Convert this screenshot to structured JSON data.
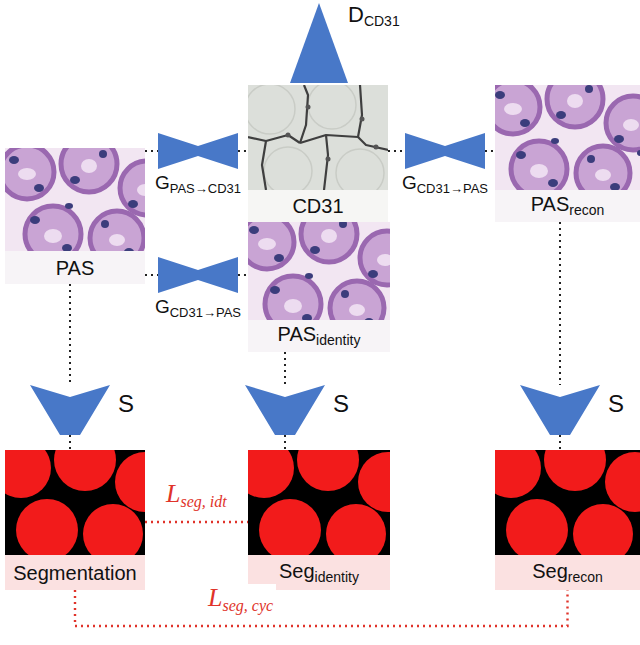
{
  "diagram": {
    "nodes": [
      {
        "text": [
          "D",
          "CD31"
        ]
      },
      {
        "text": [
          "G",
          "PAS→CD31"
        ]
      },
      {
        "text": [
          "CD31"
        ]
      },
      {
        "text": [
          "G",
          "CD31→PAS"
        ]
      },
      {
        "text": [
          "PAS",
          "recon"
        ]
      },
      {
        "text": [
          "PAS"
        ]
      },
      {
        "text": [
          "G",
          "CD31→PAS"
        ]
      },
      {
        "text": [
          "PAS",
          "identity"
        ]
      },
      {
        "text": [
          "S"
        ]
      },
      {
        "text": [
          "S"
        ]
      },
      {
        "text": [
          "S"
        ]
      },
      {
        "text": [
          "Segmentation"
        ]
      },
      {
        "text": [
          "Seg",
          "identity"
        ]
      },
      {
        "text": [
          "Seg",
          "recon"
        ]
      }
    ],
    "edges": [
      {
        "from": 5,
        "to": 1,
        "arrow": "none"
      },
      {
        "from": 1,
        "to": 2,
        "arrow": "none"
      },
      {
        "from": 2,
        "to": 3,
        "arrow": "none"
      },
      {
        "from": 3,
        "to": 4,
        "arrow": "none"
      },
      {
        "from": 5,
        "to": 6,
        "arrow": "none"
      },
      {
        "from": 6,
        "to": 7,
        "arrow": "none"
      },
      {
        "from": 5,
        "to": 8,
        "arrow": "none"
      },
      {
        "from": 8,
        "to": 11,
        "arrow": "none"
      },
      {
        "from": 7,
        "to": 9,
        "arrow": "none"
      },
      {
        "from": 9,
        "to": 12,
        "arrow": "none"
      },
      {
        "from": 4,
        "to": 10,
        "arrow": "none"
      },
      {
        "from": 10,
        "to": 13,
        "arrow": "none"
      },
      {
        "from": 11,
        "to": 12,
        "arrow": "none"
      },
      {
        "from": 11,
        "to": 13,
        "arrow": "none"
      }
    ],
    "labels": [
      "L",
      "seg, idt",
      "L",
      "seg, cyc"
    ]
  }
}
